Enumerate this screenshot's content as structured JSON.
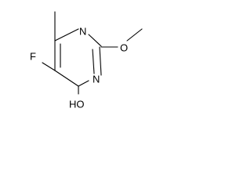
{
  "atoms": {
    "n1": "N",
    "n3": "N",
    "o_methoxy": "O",
    "f": "F",
    "ho": "HO"
  },
  "colors": {
    "bond": "#000000",
    "label": "#000000",
    "background": "#ffffff"
  }
}
